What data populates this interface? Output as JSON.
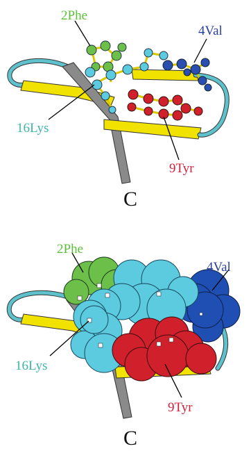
{
  "panels": [
    {
      "letter": "C",
      "labels": {
        "phe": "2Phe",
        "val": "4Val",
        "lys": "16Lys",
        "tyr": "9Tyr"
      }
    },
    {
      "letter": "C",
      "labels": {
        "phe": "2Phe",
        "val": "4Val",
        "lys": "16Lys",
        "tyr": "9Tyr"
      }
    }
  ],
  "colors": {
    "phe": "#6cc04a",
    "val": "#2b4fb0",
    "lys": "#5ccbe0",
    "tyr": "#d0202c",
    "strand": "#f2e200",
    "coil": "#5ec1cc",
    "backbone": "#888888",
    "label_phe": "#5bbf3a",
    "label_val": "#2b3f9e",
    "label_lys": "#3fb6a8",
    "label_tyr": "#d0203a"
  }
}
